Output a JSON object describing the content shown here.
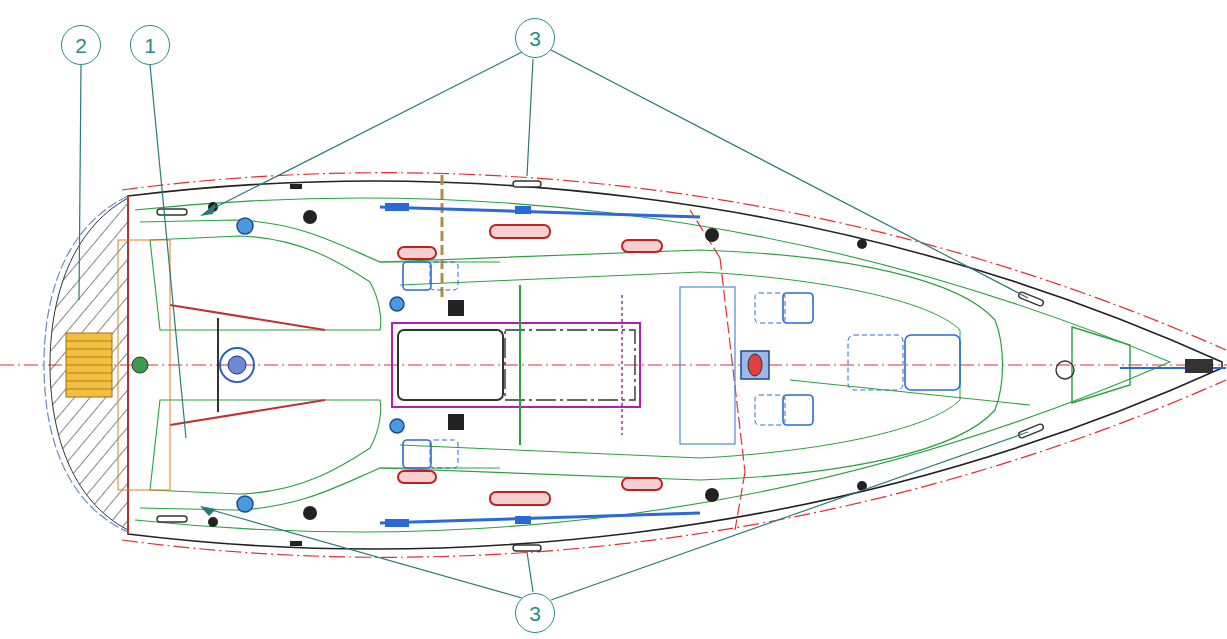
{
  "diagram": {
    "nodes": [
      {
        "text": [
          "2"
        ]
      },
      {
        "text": [
          "1"
        ]
      },
      {
        "text": [
          "3"
        ]
      },
      {
        "text": [
          "3"
        ]
      }
    ]
  }
}
